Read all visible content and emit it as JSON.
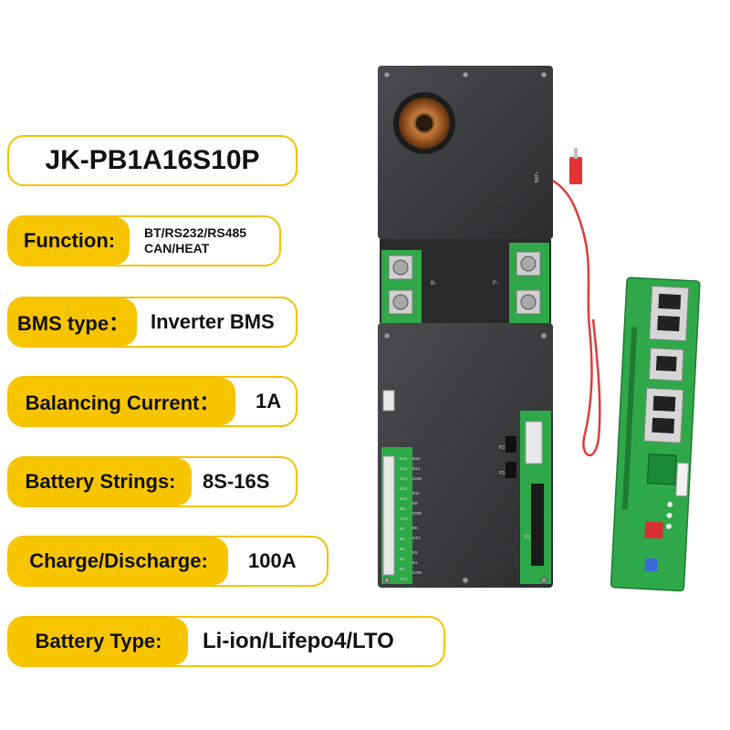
{
  "model": "JK-PB1A16S10P",
  "specs": {
    "function": {
      "label": "Function:",
      "line1": "BT/RS232/RS485",
      "line2": "CAN/HEAT"
    },
    "bms_type": {
      "label": "BMS type：",
      "value": "Inverter BMS"
    },
    "balancing_current": {
      "label": "Balancing Current：",
      "value": "1A"
    },
    "battery_strings": {
      "label": "Battery Strings:",
      "value": "8S-16S"
    },
    "charge_discharge": {
      "label": "Charge/Discharge:",
      "value": "100A"
    },
    "battery_type": {
      "label": "Battery Type:",
      "value": "Li-ion/Lifepo4/LTO"
    }
  },
  "colors": {
    "accent": "#f7c500",
    "border": "#f2c200",
    "board": "#3a3b3d",
    "pcb": "#2fa84a"
  },
  "board_labels": {
    "bat_plus": "BAT+",
    "p_minus": "P-",
    "b_minus": "B-",
    "p1": "P1",
    "p2": "P2",
    "p3": "P3",
    "col1": [
      "B15",
      "B13",
      "NT4",
      "B12",
      "B10",
      "B8",
      "NT3",
      "B7",
      "B5",
      "B4",
      "B2",
      "B0",
      "NT1"
    ],
    "col2": [
      "B16",
      "B14",
      "GND",
      "B11",
      "B9",
      "GND",
      "B6",
      "NT2",
      "B3",
      "B1",
      "GND"
    ]
  }
}
